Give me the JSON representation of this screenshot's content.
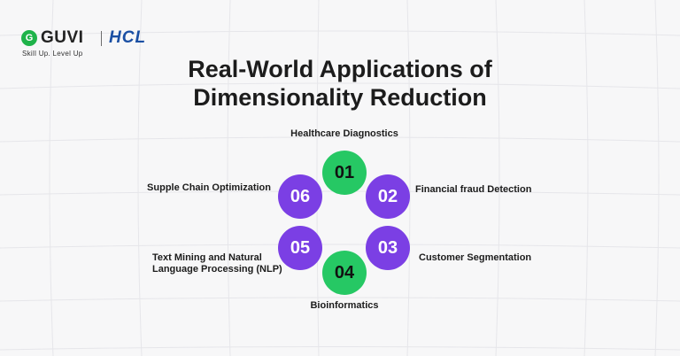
{
  "brand": {
    "guvi_mark": "G",
    "guvi": "GUVI",
    "hcl": "HCL",
    "tagline": "Skill Up. Level Up"
  },
  "title_line1": "Real-World Applications of",
  "title_line2": "Dimensionality Reduction",
  "colors": {
    "green": "#26c864",
    "purple": "#7b3fe4"
  },
  "nodes": [
    {
      "number": "01",
      "label": "Healthcare Diagnostics",
      "color": "green"
    },
    {
      "number": "02",
      "label": "Financial fraud Detection",
      "color": "purple"
    },
    {
      "number": "03",
      "label": "Customer Segmentation",
      "color": "purple"
    },
    {
      "number": "04",
      "label": "Bioinformatics",
      "color": "green"
    },
    {
      "number": "05",
      "label_line1": "Text Mining and Natural",
      "label_line2": "Language Processing (NLP)",
      "color": "purple"
    },
    {
      "number": "06",
      "label": "Supple Chain Optimization",
      "color": "purple"
    }
  ]
}
